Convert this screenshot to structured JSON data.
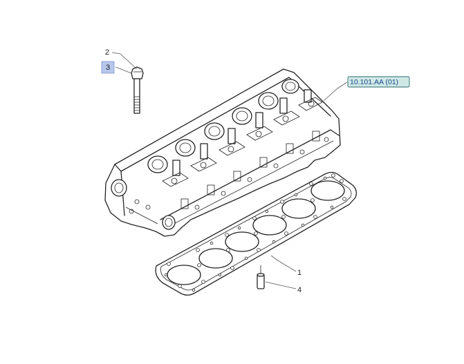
{
  "callouts": {
    "part_1": "1",
    "part_2": "2",
    "part_3": "3",
    "part_4": "4"
  },
  "reference": {
    "label": "10.101.AA (01)"
  },
  "colors": {
    "highlight": "#b7c6ec",
    "reference_box": "#cfe8e6",
    "line": "#222222"
  }
}
